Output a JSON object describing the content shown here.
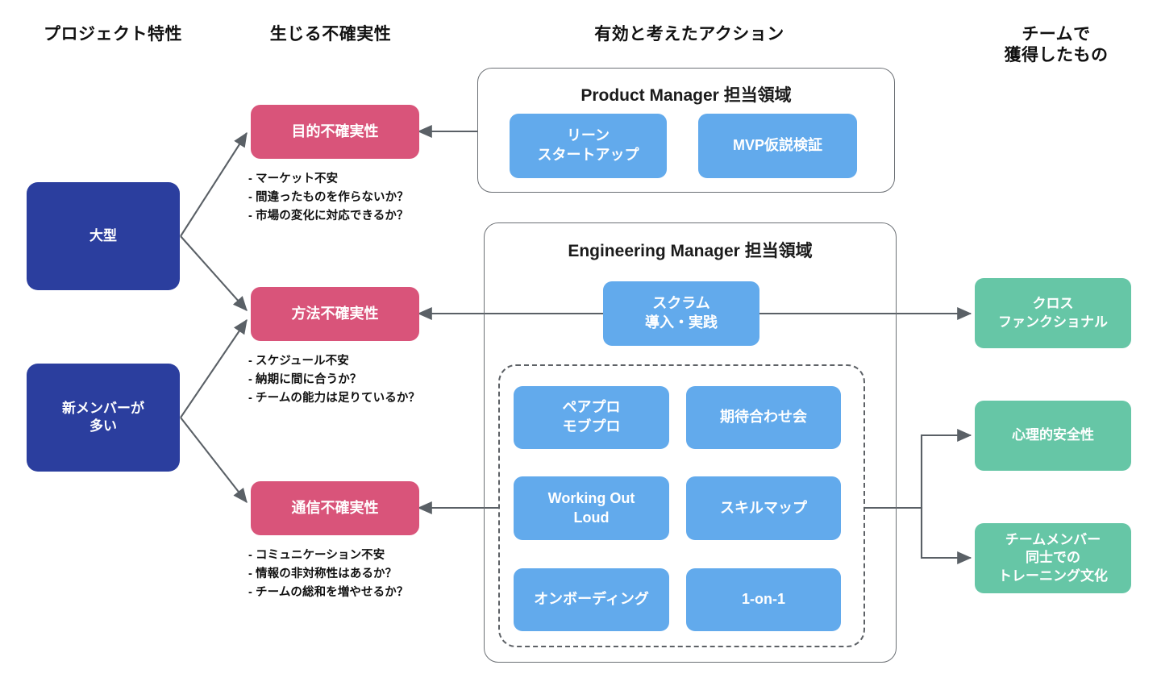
{
  "columns": [
    {
      "id": "project-traits",
      "label": "プロジェクト特性"
    },
    {
      "id": "uncertainties",
      "label": "生じる不確実性"
    },
    {
      "id": "actions",
      "label": "有効と考えたアクション"
    },
    {
      "id": "team-gains",
      "label": "チームで\n獲得したもの"
    }
  ],
  "project_traits": [
    {
      "id": "large-scale",
      "label": "大型"
    },
    {
      "id": "many-new-members",
      "label": "新メンバーが\n多い"
    }
  ],
  "uncertainties": [
    {
      "id": "purpose",
      "label": "目的不確実性",
      "bullets": "- マーケット不安\n- 間違ったものを作らないか？\n- 市場の変化に対応できるか？"
    },
    {
      "id": "method",
      "label": "方法不確実性",
      "bullets": "- スケジュール不安\n- 納期に間に合うか？\n- チームの能力は足りているか？"
    },
    {
      "id": "communication",
      "label": "通信不確実性",
      "bullets": "- コミュニケーション不安\n- 情報の非対称性はあるか？\n- チームの総和を増やせるか？"
    }
  ],
  "groups": [
    {
      "id": "product-manager",
      "title_en": "Product Manager ",
      "title_ja": "担当領域",
      "actions": [
        {
          "id": "lean-startup",
          "label": "リーン\nスタートアップ"
        },
        {
          "id": "mvp-hypothesis-validation",
          "label": "MVP仮説検証"
        }
      ]
    },
    {
      "id": "engineering-manager",
      "title_en": "Engineering Manager ",
      "title_ja": "担当領域",
      "actions": [
        {
          "id": "scrum",
          "label": "スクラム\n導入・実践"
        }
      ],
      "inner_actions": [
        {
          "id": "pair-mob-programming",
          "label": "ペアプロ\nモブプロ"
        },
        {
          "id": "expectation-alignment",
          "label": "期待合わせ会"
        },
        {
          "id": "working-out-loud",
          "label": "Working Out\nLoud"
        },
        {
          "id": "skill-map",
          "label": "スキルマップ"
        },
        {
          "id": "onboarding",
          "label": "オンボーディング"
        },
        {
          "id": "one-on-one",
          "label": "1-on-1"
        }
      ]
    }
  ],
  "team_gains": [
    {
      "id": "cross-functional",
      "label": "クロス\nファンクショナル"
    },
    {
      "id": "psychological-safety",
      "label": "心理的安全性"
    },
    {
      "id": "training-culture",
      "label": "チームメンバー\n同士での\nトレーニング文化"
    }
  ],
  "colors": {
    "blue": "#2b3e9e",
    "pink": "#d9547a",
    "light_blue": "#62aaec",
    "green": "#66c6a6",
    "connector": "#5a6066",
    "group_border": "#6c7075",
    "text_dark": "#111111",
    "background": "#ffffff"
  }
}
